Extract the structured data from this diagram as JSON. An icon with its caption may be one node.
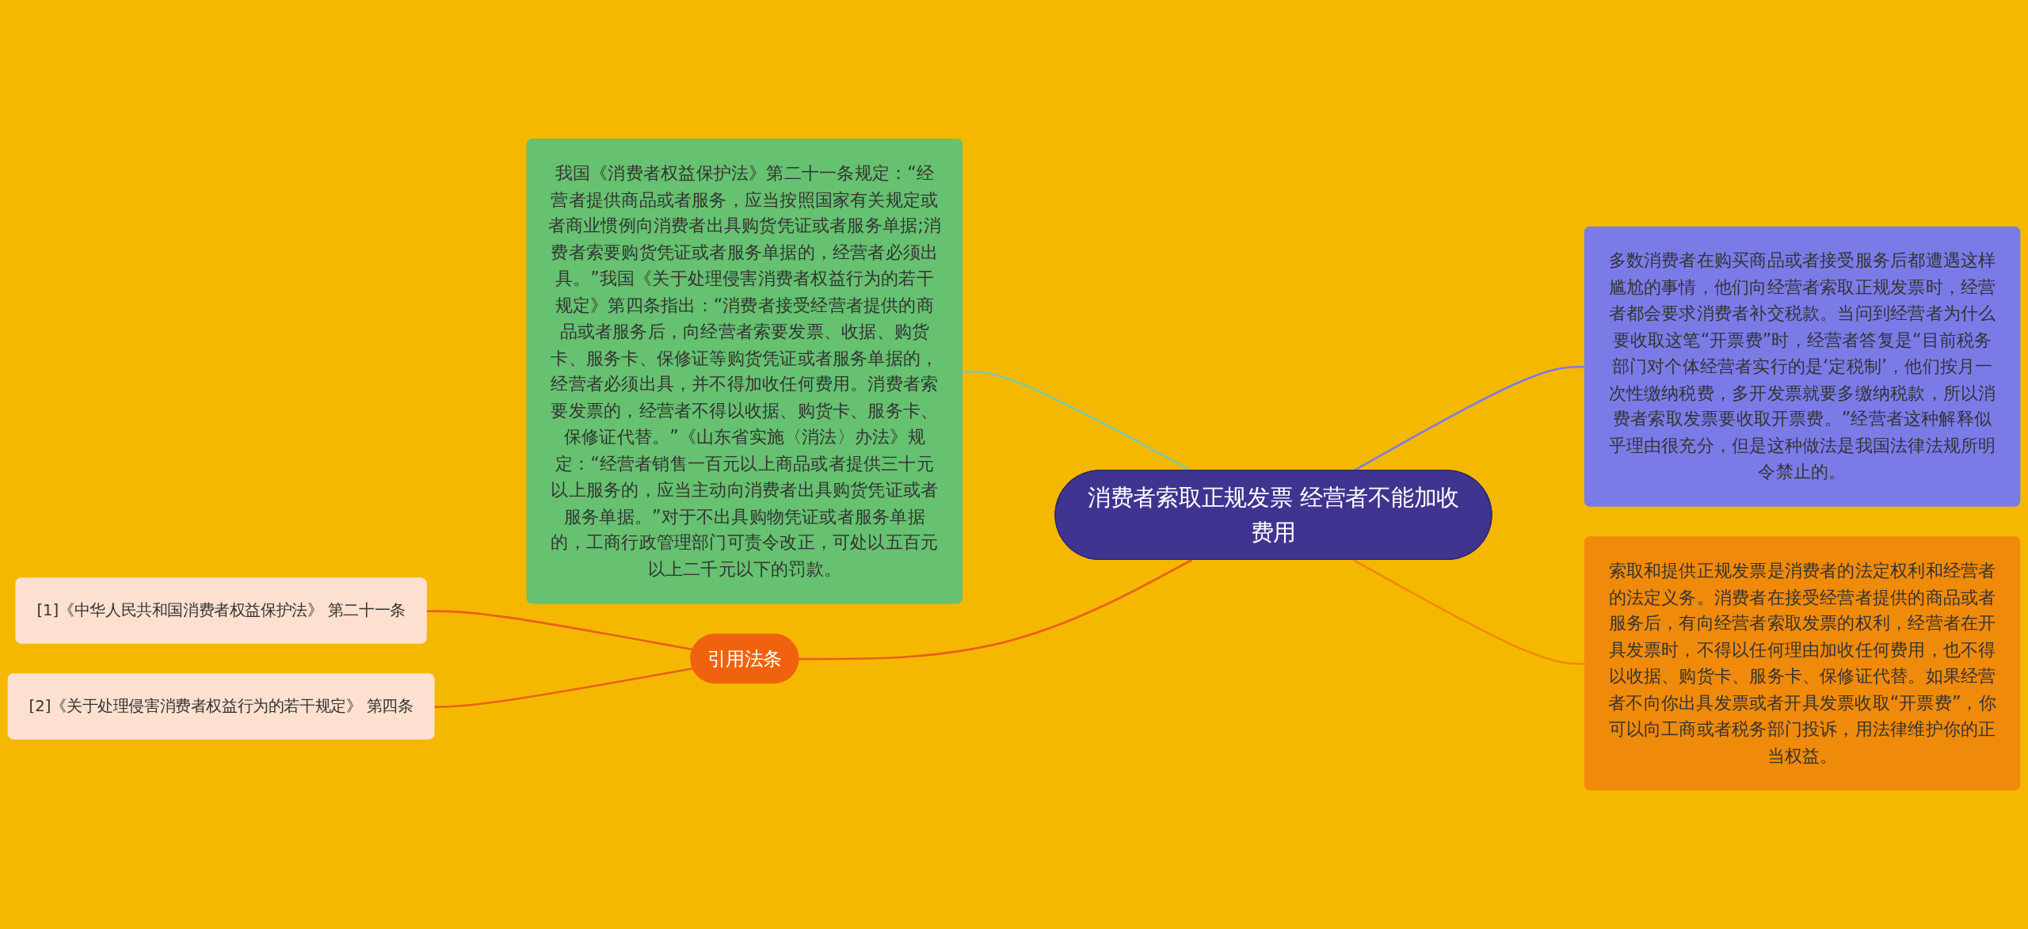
{
  "diagram": {
    "nodes": [
      {
        "text": [
          "消费者索取正规发票 经营者不能加收费用"
        ]
      },
      {
        "text": [
          "我国《消费者权益保护法》第二十一条规定：“经营者提供商品或者服务，应当按照国家有关规定或者商业惯例向消费者出具购货凭证或者服务单据;消费者索要购货凭证或者服务单据的，经营者必须出具。”我国《关于处理侵害消费者权益行为的若干规定》第四条指出：“消费者接受经营者提供的商品或者服务后，向经营者索要发票、收据、购货卡、服务卡、保修证等购货凭证或者服务单据的，经营者必须出具，并不得加收任何费用。消费者索要发票的，经营者不得以收据、购货卡、服务卡、保修证代替。”《山东省实施〈消法〉办法》规定：“经营者销售一百元以上商品或者提供三十元以上服务的，应当主动向消费者出具购货凭证或者服务单据。”对于不出具购物凭证或者服务单据的，工商行政管理部门可责令改正，可处以五百元以上二千元以下的罚款。"
        ]
      },
      {
        "text": [
          "多数消费者在购买商品或者接受服务后都遭遇这样尴尬的事情，他们向经营者索取正规发票时，经营者都会要求消费者补交税款。当问到经营者为什么要收取这笔“开票费”时，经营者答复是“目前税务部门对个体经营者实行的是‘定税制’，他们按月一次性缴纳税费，多开发票就要多缴纳税款，所以消费者索取发票要收取开票费。”经营者这种解释似乎理由很充分，但是这种做法是我国法律法规所明令禁止的。"
        ]
      },
      {
        "text": [
          "索取和提供正规发票是消费者的法定权利和经营者的法定义务。消费者在接受经营者提供的商品或者服务后，有向经营者索取发票的权利，经营者在开具发票时，不得以任何理由加收任何费用，也不得以收据、购货卡、服务卡、保修证代替。如果经营者不向你出具发票或者开具发票收取“开票费”，你可以向工商或者税务部门投诉，用法律维护你的正当权益。"
        ]
      },
      {
        "text": [
          "引用法条"
        ]
      },
      {
        "text": [
          "[1]《中华人民共和国消费者权益保护法》 第二十一条"
        ]
      },
      {
        "text": [
          "[2]《关于处理侵害消费者权益行为的若干规定》 第四条"
        ]
      }
    ],
    "edges": [
      {
        "from": 0,
        "to": 1,
        "arrow": "none",
        "color": "#7cc9a6"
      },
      {
        "from": 0,
        "to": 2,
        "arrow": "none",
        "color": "#7b7be8"
      },
      {
        "from": 0,
        "to": 3,
        "arrow": "none",
        "color": "#f08a0a"
      },
      {
        "from": 0,
        "to": 4,
        "arrow": "none",
        "color": "#e8601a"
      },
      {
        "from": 4,
        "to": 5,
        "arrow": "none",
        "color": "#e8601a"
      },
      {
        "from": 4,
        "to": 6,
        "arrow": "none",
        "color": "#e8601a"
      }
    ]
  }
}
